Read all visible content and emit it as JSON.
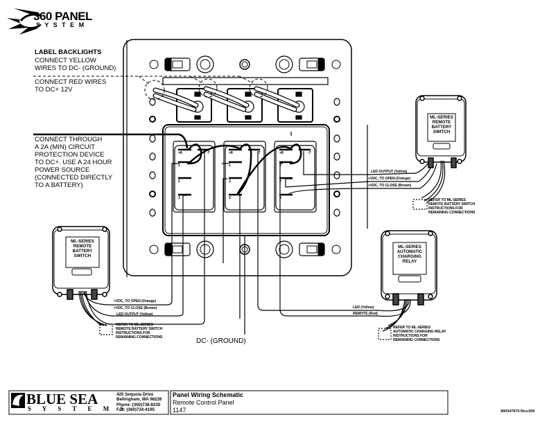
{
  "header": {
    "logo_line1": "360 PANEL",
    "logo_line2": "S Y S T E M"
  },
  "notes": {
    "backlight_title": "LABEL BACKLIGHTS",
    "backlight_yellow": [
      "CONNECT YELLOW",
      "WIRES TO DC- (GROUND)"
    ],
    "backlight_red": [
      "CONNECT RED WIRES",
      "TO DC+ 12V"
    ],
    "power_source": [
      "CONNECT THROUGH",
      "A 2A (MIN) CIRCUIT",
      "PROTECTION DEVICE",
      "TO DC+. USE A 24 HOUR",
      "POWER SOURCE",
      "(CONNECTED DIRECTLY",
      "TO A BATTERY)"
    ],
    "ground": "DC- (GROUND)"
  },
  "switch_terminals": {
    "top_left": "+8",
    "top_right": "-7",
    "pos1": "1",
    "pos2": "2",
    "pos3": "3"
  },
  "devices": {
    "right_switch": {
      "label": [
        "ML-SERIES",
        "REMOTE",
        "BATTERY",
        "SWITCH"
      ],
      "wires": [
        "LED OUTPUT (Yellow)",
        "+VDC, TO OPEN (Orange)",
        "+VDC, TO CLOSE (Brown)"
      ],
      "refer": [
        "REFER TO ML-SERIES",
        "REMOTE BATTERY SWITCH",
        "INSTRUCTIONS FOR",
        "REMAINING CONNECTIONS"
      ]
    },
    "left_switch": {
      "label": [
        "ML-SERIES",
        "REMOTE",
        "BATTERY",
        "SWITCH"
      ],
      "wires": [
        "+VDC, TO OPEN (Orange)",
        "+VDC, TO CLOSE (Brown)",
        "LED OUTPUT (Yellow)"
      ],
      "refer": [
        "REFER TO ML-SERIES",
        "REMOTE BATTERY SWITCH",
        "INSTRUCTIONS FOR",
        "REMAINING CONNECTIONS"
      ]
    },
    "relay": {
      "label": [
        "ML-SERIES",
        "AUTOMATIC",
        "CHARGING",
        "RELAY"
      ],
      "wires": [
        "LED (Yellow)",
        "REMOTE (Red)"
      ],
      "refer": [
        "REFER TO ML-SERIES",
        "AUTOMATIC CHARGING RELAY",
        "INSTRUCTIONS FOR",
        "REMAINING CONNECTIONS"
      ]
    }
  },
  "title_block": {
    "company_line1": "BLUE SEA",
    "company_line2": "S Y S T E M S",
    "address": [
      "425 Sequoia Drive",
      "Bellingham, WA 98226",
      "Phone: (360)738-8230",
      "Fax: (360)734-4195"
    ],
    "title": "Panel Wiring Schematic",
    "subtitle": "Remote Control Panel",
    "part_number": "1147",
    "doc_number": "990347670 Rev.000"
  }
}
